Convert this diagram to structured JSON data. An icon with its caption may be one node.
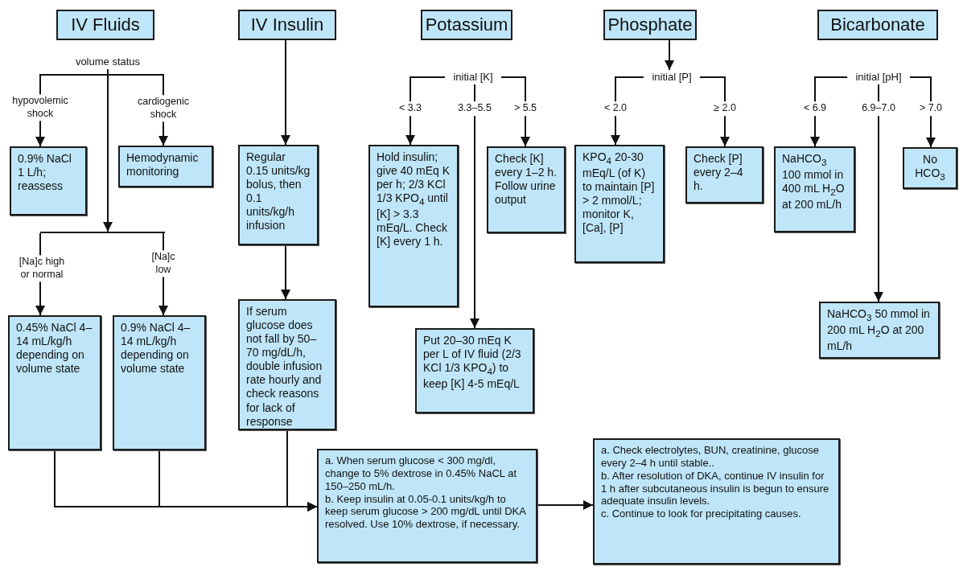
{
  "diagram": {
    "nodes": [
      {
        "text": [
          "IV Fluids"
        ]
      },
      {
        "text": [
          "IV Insulin"
        ]
      },
      {
        "text": [
          "Potassium"
        ]
      },
      {
        "text": [
          "Phosphate"
        ]
      },
      {
        "text": [
          "Bicarbonate"
        ]
      },
      {
        "text": [
          "volume status"
        ]
      },
      {
        "text": [
          "0.9% NaCl 1 L/h; reassess"
        ]
      },
      {
        "text": [
          "Hemodynamic monitoring"
        ]
      },
      {
        "text": [],
        "shape": "bar"
      },
      {
        "text": [
          "0.45% NaCl 4–14 mL/kg/h depending on volume state"
        ]
      },
      {
        "text": [
          "0.9% NaCl 4–14 mL/kg/h depending on volume state"
        ]
      },
      {
        "text": [
          "Regular 0.15 units/kg bolus, then 0.1 units/kg/h infusion"
        ]
      },
      {
        "text": [
          "If serum glucose does not fall by 50–70 mg/dL/h, double infusion rate hourly and check reasons for lack of response"
        ]
      },
      {
        "text": [
          "initial [K]"
        ]
      },
      {
        "text": [
          "Hold insulin; give 40 mEq K per h; 2/3 KCl 1/3 KPO$_{4}$ until [K] > 3.3 mEq/L. Check [K] every 1 h."
        ]
      },
      {
        "text": [
          "Check [K] every 1–2 h. Follow urine output"
        ]
      },
      {
        "text": [
          "Put 20–30 mEq K per L of IV fluid (2/3 KCl 1/3 KPO$_{4}$) to keep [K] 4-5 mEq/L"
        ]
      },
      {
        "text": [
          "initial [P]"
        ]
      },
      {
        "text": [
          "KPO$_{4}$ 20-30 mEq/L (of K) to maintain [P] > 2 mmol/L; monitor K, [Ca], [P]"
        ]
      },
      {
        "text": [
          "Check [P] every 2–4 h."
        ]
      },
      {
        "text": [
          "initial [pH]"
        ]
      },
      {
        "text": [
          "NaHCO$_{3}$ 100 mmol in 400 mL H$_{2}$O at 200 mL/h"
        ]
      },
      {
        "text": [
          "No HCO$_{3}$"
        ]
      },
      {
        "text": [
          "NaHCO$_{3}$ 50 mmol in 200 mL H$_{2}$O at 200 mL/h"
        ]
      },
      {
        "text": [
          "a. When serum glucose < 300 mg/dl, change to 5% dextrose in 0.45% NaCL at 150–250 mL/h.",
          "b. Keep insulin at 0.05-0.1 units/kg/h to keep serum glucose > 200 mg/dL until DKA resolved. Use 10% dextrose, if necessary."
        ]
      },
      {
        "text": [
          "a. Check electrolytes, BUN, creatinine, glucose every 2–4 h until stable..",
          "b. After resolution of DKA, continue IV insulin for 1 h after subcutaneous insulin is begun to ensure adequate insulin levels.",
          "c. Continue to look for precipitating causes."
        ]
      }
    ],
    "edges": [
      {
        "from": 5,
        "to": 6,
        "arrow": "to",
        "label": "hypovolemic shock"
      },
      {
        "from": 5,
        "to": 7,
        "arrow": "to",
        "label": "cardiogenic shock"
      },
      {
        "from": 5,
        "to": 8,
        "arrow": "to"
      },
      {
        "from": 8,
        "to": 9,
        "arrow": "to",
        "label": "[Na]c high or normal"
      },
      {
        "from": 8,
        "to": 10,
        "arrow": "to",
        "label": "[Na]c low"
      },
      {
        "from": 1,
        "to": 11,
        "arrow": "to"
      },
      {
        "from": 11,
        "to": 12,
        "arrow": "to"
      },
      {
        "from": 13,
        "to": 14,
        "arrow": "to",
        "label": "< 3.3"
      },
      {
        "from": 13,
        "to": 16,
        "arrow": "to",
        "label": "3.3–5.5"
      },
      {
        "from": 13,
        "to": 15,
        "arrow": "to",
        "label": "> 5.5"
      },
      {
        "from": 3,
        "to": 17,
        "arrow": "to"
      },
      {
        "from": 17,
        "to": 18,
        "arrow": "to",
        "label": "< 2.0"
      },
      {
        "from": 17,
        "to": 19,
        "arrow": "to",
        "label": "≥ 2.0"
      },
      {
        "from": 20,
        "to": 21,
        "arrow": "to",
        "label": "< 6.9"
      },
      {
        "from": 20,
        "to": 23,
        "arrow": "to",
        "label": "6.9–7.0"
      },
      {
        "from": 20,
        "to": 22,
        "arrow": "to",
        "label": "> 7.0"
      },
      {
        "from": 9,
        "to": 24,
        "arrow": "to"
      },
      {
        "from": 10,
        "to": 24,
        "arrow": "to"
      },
      {
        "from": 12,
        "to": 24,
        "arrow": "to"
      },
      {
        "from": 24,
        "to": 25,
        "arrow": "to"
      }
    ]
  }
}
